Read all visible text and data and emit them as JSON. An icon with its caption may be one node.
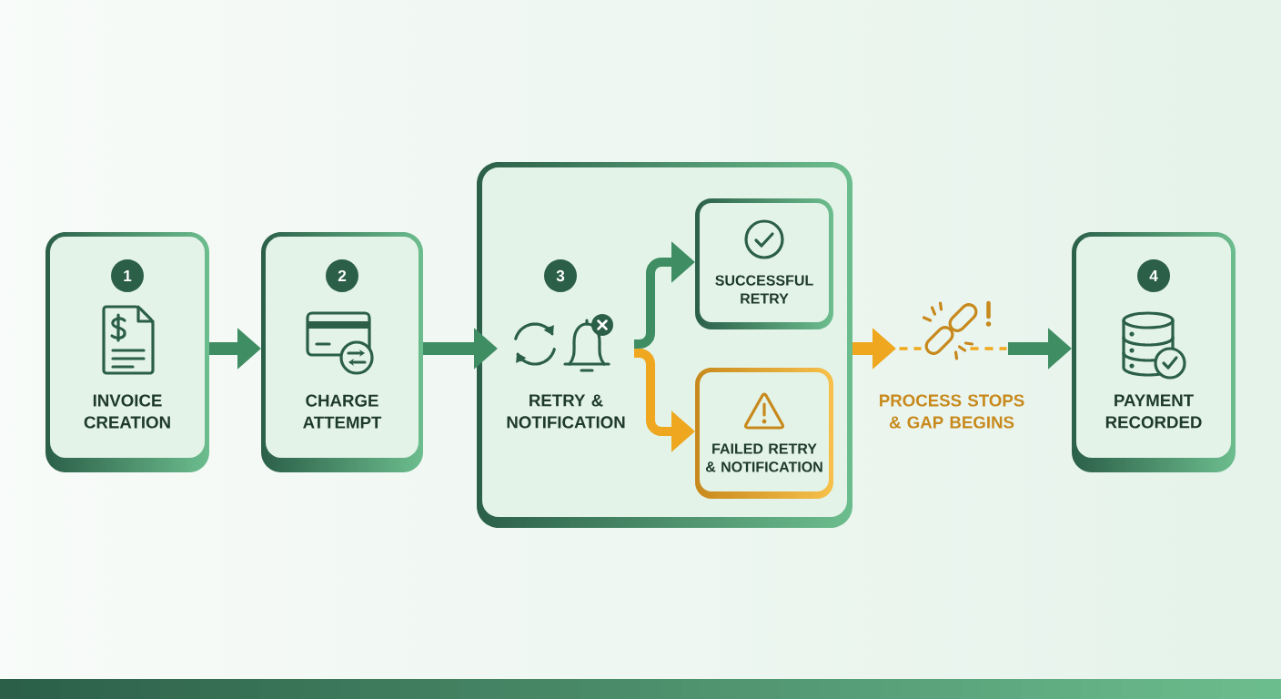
{
  "diagram": {
    "nodes": [
      {
        "text": [
          "1",
          "INVOICE CREATION"
        ]
      },
      {
        "text": [
          "2",
          "CHARGE ATTEMPT"
        ]
      },
      {
        "text": [],
        "shape": "box"
      },
      {
        "text": [
          "3",
          "RETRY & NOTIFICATION"
        ],
        "in": 2
      },
      {
        "text": [
          "SUCCESSFUL RETRY"
        ],
        "in": 2
      },
      {
        "text": [
          "FAILED RETRY & NOTIFICATION"
        ],
        "in": 2
      },
      {
        "text": [],
        "shape": "picture",
        "beside": [
          "PROCESS STOPS & GAP BEGINS"
        ]
      },
      {
        "text": [
          "4",
          "PAYMENT RECORDED"
        ]
      }
    ],
    "edges": [
      {
        "from": 0,
        "to": 1,
        "arrow": "to"
      },
      {
        "from": 1,
        "to": 3,
        "arrow": "to"
      },
      {
        "from": 3,
        "to": 4,
        "arrow": "to"
      },
      {
        "from": 3,
        "to": 5,
        "arrow": "to",
        "color": "#eea71f"
      },
      {
        "from": 2,
        "to": 6,
        "arrow": "to",
        "color": "#eea71f"
      },
      {
        "from": 6,
        "to": 7,
        "arrow": "to"
      }
    ]
  }
}
